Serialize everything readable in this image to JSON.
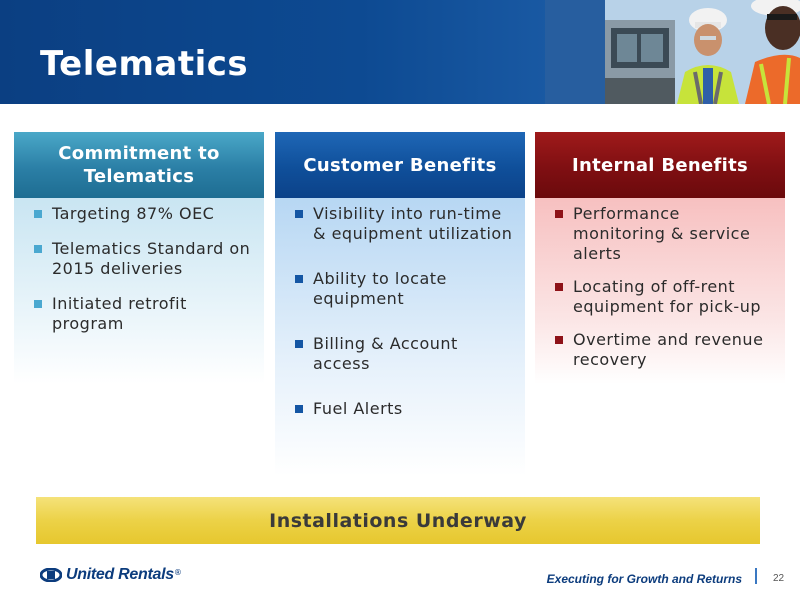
{
  "header": {
    "title": "Telematics"
  },
  "columns": [
    {
      "heading": "Commitment to Telematics",
      "items": [
        "Targeting 87% OEC",
        "Telematics Standard on 2015 deliveries",
        "Initiated retrofit program"
      ]
    },
    {
      "heading": "Customer Benefits",
      "items": [
        "Visibility into run-time & equipment utilization",
        "Ability to locate equipment",
        "Billing & Account access",
        "Fuel Alerts"
      ]
    },
    {
      "heading": "Internal Benefits",
      "items": [
        "Performance monitoring & service alerts",
        "Locating of off-rent equipment for pick-up",
        "Overtime and revenue recovery"
      ]
    }
  ],
  "banner": {
    "text": "Installations Underway"
  },
  "footer": {
    "logo_text": "United Rentals",
    "logo_mark": "registered",
    "tagline": "Executing for Growth and Returns",
    "page_number": "22"
  },
  "colors": {
    "header_blue": "#0d4a92",
    "col1_accent": "#2b7fa6",
    "col2_accent": "#0f4f9a",
    "col3_accent": "#7f0f12",
    "banner_gold": "#ecd247"
  },
  "icons": {
    "photo": "construction-workers-photo",
    "logo": "united-rentals-logo-icon",
    "bullet": "square-bullet-icon"
  }
}
